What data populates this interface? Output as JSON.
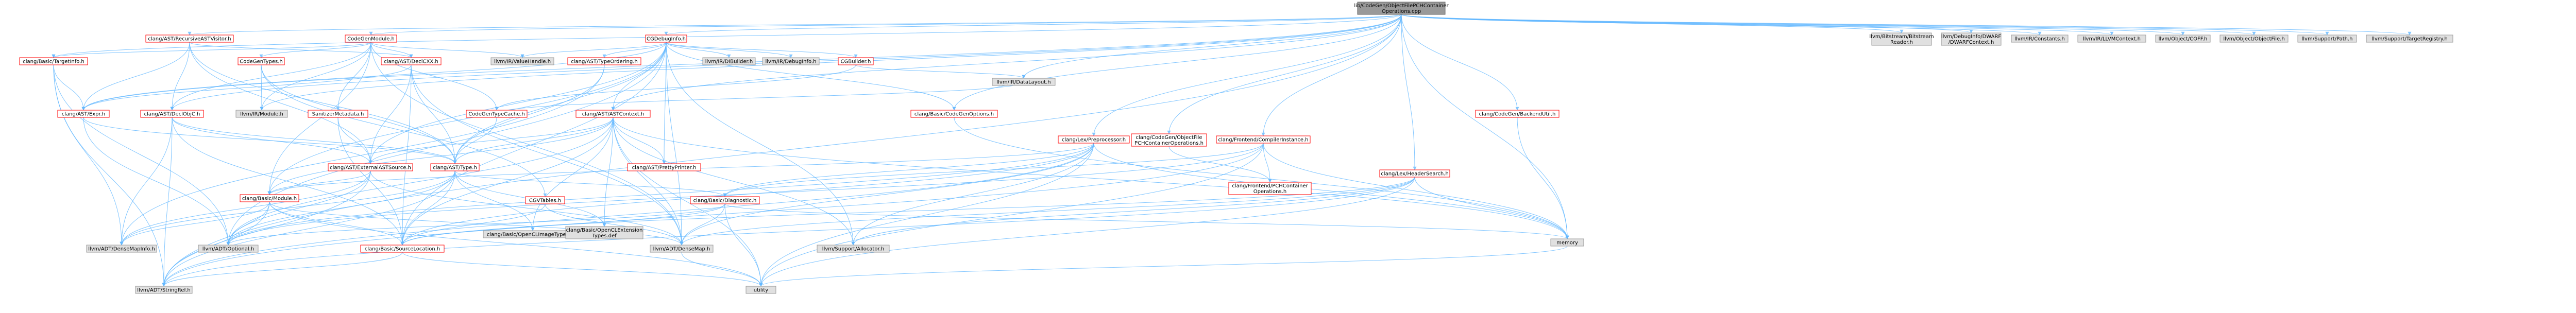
{
  "graph": {
    "nodes": [
      {
        "id": "root",
        "lines": [
          "lib/CodeGen/ObjectFilePCHContainer",
          "Operations.cpp"
        ],
        "style": "root"
      },
      {
        "id": "n_recursiveast",
        "lines": [
          "clang/AST/RecursiveASTVisitor.h"
        ],
        "style": "red"
      },
      {
        "id": "n_codegenmodule",
        "lines": [
          "CodeGenModule.h"
        ],
        "style": "red"
      },
      {
        "id": "n_cgdebuginfo",
        "lines": [
          "CGDebugInfo.h"
        ],
        "style": "red"
      },
      {
        "id": "n_bitstream",
        "lines": [
          "llvm/Bitstream/Bitstream",
          "Reader.h"
        ],
        "style": "grey"
      },
      {
        "id": "n_dwarfcontext",
        "lines": [
          "llvm/DebugInfo/DWARF",
          "/DWARFContext.h"
        ],
        "style": "grey"
      },
      {
        "id": "n_irconstants",
        "lines": [
          "llvm/IR/Constants.h"
        ],
        "style": "grey"
      },
      {
        "id": "n_llvmcontext",
        "lines": [
          "llvm/IR/LLVMContext.h"
        ],
        "style": "grey"
      },
      {
        "id": "n_coff",
        "lines": [
          "llvm/Object/COFF.h"
        ],
        "style": "grey"
      },
      {
        "id": "n_objectfile",
        "lines": [
          "llvm/Object/ObjectFile.h"
        ],
        "style": "grey"
      },
      {
        "id": "n_path",
        "lines": [
          "llvm/Support/Path.h"
        ],
        "style": "grey"
      },
      {
        "id": "n_targetregistry",
        "lines": [
          "llvm/Support/TargetRegistry.h"
        ],
        "style": "grey"
      },
      {
        "id": "n_targetinfo",
        "lines": [
          "clang/Basic/TargetInfo.h"
        ],
        "style": "red"
      },
      {
        "id": "n_codegentypes",
        "lines": [
          "CodeGenTypes.h"
        ],
        "style": "red"
      },
      {
        "id": "n_declcxx",
        "lines": [
          "clang/AST/DeclCXX.h"
        ],
        "style": "red"
      },
      {
        "id": "n_declobjc",
        "lines": [
          "clang/AST/DeclObjC.h"
        ],
        "style": "red"
      },
      {
        "id": "n_irmodule",
        "lines": [
          "llvm/IR/Module.h"
        ],
        "style": "grey"
      },
      {
        "id": "n_valuehandle",
        "lines": [
          "llvm/IR/ValueHandle.h"
        ],
        "style": "grey"
      },
      {
        "id": "n_typeordering",
        "lines": [
          "clang/AST/TypeOrdering.h"
        ],
        "style": "red"
      },
      {
        "id": "n_dibuilder",
        "lines": [
          "llvm/IR/DIBuilder.h"
        ],
        "style": "grey"
      },
      {
        "id": "n_debuginfo",
        "lines": [
          "llvm/IR/DebugInfo.h"
        ],
        "style": "grey"
      },
      {
        "id": "n_cgbuilder",
        "lines": [
          "CGBuilder.h"
        ],
        "style": "red"
      },
      {
        "id": "n_expr",
        "lines": [
          "clang/AST/Expr.h"
        ],
        "style": "red"
      },
      {
        "id": "n_sanitizermeta",
        "lines": [
          "SanitizerMetadata.h"
        ],
        "style": "red"
      },
      {
        "id": "n_codegentypecache",
        "lines": [
          "CodeGenTypeCache.h"
        ],
        "style": "red"
      },
      {
        "id": "n_astcontext",
        "lines": [
          "clang/AST/ASTContext.h"
        ],
        "style": "red"
      },
      {
        "id": "n_codegenoptions",
        "lines": [
          "clang/Basic/CodeGenOptions.h"
        ],
        "style": "red"
      },
      {
        "id": "n_datalayout",
        "lines": [
          "llvm/IR/DataLayout.h"
        ],
        "style": "grey"
      },
      {
        "id": "n_codegenbackend",
        "lines": [
          "clang/CodeGen/BackendUtil.h"
        ],
        "style": "red"
      },
      {
        "id": "n_preprocessor",
        "lines": [
          "clang/Lex/Preprocessor.h"
        ],
        "style": "red"
      },
      {
        "id": "n_objfilepch",
        "lines": [
          "clang/CodeGen/ObjectFile",
          "PCHContainerOperations.h"
        ],
        "style": "red"
      },
      {
        "id": "n_compilerinstance",
        "lines": [
          "clang/Frontend/CompilerInstance.h"
        ],
        "style": "red"
      },
      {
        "id": "n_headersearch",
        "lines": [
          "clang/Lex/HeaderSearch.h"
        ],
        "style": "red"
      },
      {
        "id": "n_externalast",
        "lines": [
          "clang/AST/ExternalASTSource.h"
        ],
        "style": "red"
      },
      {
        "id": "n_asttype",
        "lines": [
          "clang/AST/Type.h"
        ],
        "style": "red"
      },
      {
        "id": "n_prettyprinter",
        "lines": [
          "clang/AST/PrettyPrinter.h"
        ],
        "style": "red"
      },
      {
        "id": "n_cgvtables",
        "lines": [
          "CGVTables.h"
        ],
        "style": "red"
      },
      {
        "id": "n_diagnostic",
        "lines": [
          "clang/Basic/Diagnostic.h"
        ],
        "style": "red"
      },
      {
        "id": "n_pchcontainer",
        "lines": [
          "clang/Frontend/PCHContainer",
          "Operations.h"
        ],
        "style": "red"
      },
      {
        "id": "n_module",
        "lines": [
          "clang/Basic/Module.h"
        ],
        "style": "red"
      },
      {
        "id": "n_openclimage",
        "lines": [
          "clang/Basic/OpenCLImageTypes.def"
        ],
        "style": "grey"
      },
      {
        "id": "n_openclext",
        "lines": [
          "clang/Basic/OpenCLExtension",
          "Types.def"
        ],
        "style": "grey"
      },
      {
        "id": "n_memory",
        "lines": [
          "memory"
        ],
        "style": "grey"
      },
      {
        "id": "n_densemapinfo",
        "lines": [
          "llvm/ADT/DenseMapInfo.h"
        ],
        "style": "grey"
      },
      {
        "id": "n_optional",
        "lines": [
          "llvm/ADT/Optional.h"
        ],
        "style": "grey"
      },
      {
        "id": "n_sourcelocation",
        "lines": [
          "clang/Basic/SourceLocation.h"
        ],
        "style": "red"
      },
      {
        "id": "n_densemap",
        "lines": [
          "llvm/ADT/DenseMap.h"
        ],
        "style": "grey"
      },
      {
        "id": "n_allocator",
        "lines": [
          "llvm/Support/Allocator.h"
        ],
        "style": "grey"
      },
      {
        "id": "n_stringref",
        "lines": [
          "llvm/ADT/StringRef.h"
        ],
        "style": "grey"
      },
      {
        "id": "n_utility",
        "lines": [
          "utility"
        ],
        "style": "grey"
      }
    ],
    "edges": [
      [
        "root",
        "n_recursiveast"
      ],
      [
        "root",
        "n_codegenmodule"
      ],
      [
        "root",
        "n_cgdebuginfo"
      ],
      [
        "root",
        "n_bitstream"
      ],
      [
        "root",
        "n_dwarfcontext"
      ],
      [
        "root",
        "n_irconstants"
      ],
      [
        "root",
        "n_llvmcontext"
      ],
      [
        "root",
        "n_coff"
      ],
      [
        "root",
        "n_objectfile"
      ],
      [
        "root",
        "n_path"
      ],
      [
        "root",
        "n_targetregistry"
      ],
      [
        "root",
        "n_targetinfo"
      ],
      [
        "root",
        "n_astcontext"
      ],
      [
        "root",
        "n_codegenoptions"
      ],
      [
        "root",
        "n_datalayout"
      ],
      [
        "root",
        "n_codegenbackend"
      ],
      [
        "root",
        "n_preprocessor"
      ],
      [
        "root",
        "n_objfilepch"
      ],
      [
        "root",
        "n_compilerinstance"
      ],
      [
        "root",
        "n_headersearch"
      ],
      [
        "root",
        "n_memory"
      ],
      [
        "root",
        "n_expr"
      ],
      [
        "root",
        "n_declobjc"
      ],
      [
        "root",
        "n_irmodule"
      ],
      [
        "root",
        "n_stringref"
      ],
      [
        "n_recursiveast",
        "n_declcxx"
      ],
      [
        "n_recursiveast",
        "n_declobjc"
      ],
      [
        "n_recursiveast",
        "n_expr"
      ],
      [
        "n_recursiveast",
        "n_asttype"
      ],
      [
        "n_recursiveast",
        "n_externalast"
      ],
      [
        "n_codegenmodule",
        "n_codegentypes"
      ],
      [
        "n_codegenmodule",
        "n_sanitizermeta"
      ],
      [
        "n_codegenmodule",
        "n_codegentypecache"
      ],
      [
        "n_codegenmodule",
        "n_valuehandle"
      ],
      [
        "n_codegenmodule",
        "n_irmodule"
      ],
      [
        "n_codegenmodule",
        "n_declcxx"
      ],
      [
        "n_codegenmodule",
        "n_declobjc"
      ],
      [
        "n_codegenmodule",
        "n_module"
      ],
      [
        "n_codegenmodule",
        "n_targetinfo"
      ],
      [
        "n_codegenmodule",
        "n_densemap"
      ],
      [
        "n_cgdebuginfo",
        "n_cgbuilder"
      ],
      [
        "n_cgdebuginfo",
        "n_expr"
      ],
      [
        "n_cgdebuginfo",
        "n_typeordering"
      ],
      [
        "n_cgdebuginfo",
        "n_dibuilder"
      ],
      [
        "n_cgdebuginfo",
        "n_debuginfo"
      ],
      [
        "n_cgdebuginfo",
        "n_valuehandle"
      ],
      [
        "n_cgdebuginfo",
        "n_astcontext"
      ],
      [
        "n_cgdebuginfo",
        "n_codegenoptions"
      ],
      [
        "n_cgdebuginfo",
        "n_prettyprinter"
      ],
      [
        "n_cgdebuginfo",
        "n_asttype"
      ],
      [
        "n_cgdebuginfo",
        "n_module"
      ],
      [
        "n_cgdebuginfo",
        "n_densemap"
      ],
      [
        "n_cgdebuginfo",
        "n_optional"
      ],
      [
        "n_cgdebuginfo",
        "n_sourcelocation"
      ],
      [
        "n_cgdebuginfo",
        "n_externalast"
      ],
      [
        "n_cgdebuginfo",
        "n_allocator"
      ],
      [
        "n_targetinfo",
        "n_expr"
      ],
      [
        "n_targetinfo",
        "n_densemapinfo"
      ],
      [
        "n_targetinfo",
        "n_optional"
      ],
      [
        "n_targetinfo",
        "n_stringref"
      ],
      [
        "n_codegentypes",
        "n_cgvtables"
      ],
      [
        "n_codegentypes",
        "n_irmodule"
      ],
      [
        "n_codegentypes",
        "n_asttype"
      ],
      [
        "n_declcxx",
        "n_asttype"
      ],
      [
        "n_declcxx",
        "n_expr"
      ],
      [
        "n_declcxx",
        "n_externalast"
      ],
      [
        "n_declcxx",
        "n_sourcelocation"
      ],
      [
        "n_declcxx",
        "n_densemap"
      ],
      [
        "n_declobjc",
        "n_asttype"
      ],
      [
        "n_declobjc",
        "n_externalast"
      ],
      [
        "n_declobjc",
        "n_densemapinfo"
      ],
      [
        "n_declobjc",
        "n_stringref"
      ],
      [
        "n_declobjc",
        "n_sourcelocation"
      ],
      [
        "n_typeordering",
        "n_asttype"
      ],
      [
        "n_typeordering",
        "n_densemapinfo"
      ],
      [
        "n_cgbuilder",
        "n_codegentypecache"
      ],
      [
        "n_cgbuilder",
        "n_datalayout"
      ],
      [
        "n_expr",
        "n_asttype"
      ],
      [
        "n_expr",
        "n_optional"
      ],
      [
        "n_sanitizermeta",
        "n_sourcelocation"
      ],
      [
        "n_sanitizermeta",
        "n_externalast"
      ],
      [
        "n_codegentypecache",
        "n_asttype"
      ],
      [
        "n_codegentypecache",
        "n_datalayout"
      ],
      [
        "n_astcontext",
        "n_asttype"
      ],
      [
        "n_astcontext",
        "n_prettyprinter"
      ],
      [
        "n_astcontext",
        "n_externalast"
      ],
      [
        "n_astcontext",
        "n_openclimage"
      ],
      [
        "n_astcontext",
        "n_openclext"
      ],
      [
        "n_astcontext",
        "n_densemap"
      ],
      [
        "n_astcontext",
        "n_allocator"
      ],
      [
        "n_astcontext",
        "n_memory"
      ],
      [
        "n_astcontext",
        "n_utility"
      ],
      [
        "n_astcontext",
        "n_module"
      ],
      [
        "n_astcontext",
        "n_optional"
      ],
      [
        "n_astcontext",
        "n_sourcelocation"
      ],
      [
        "n_codegenoptions",
        "n_memory"
      ],
      [
        "n_codegenbackend",
        "n_memory"
      ],
      [
        "n_preprocessor",
        "n_diagnostic"
      ],
      [
        "n_preprocessor",
        "n_module"
      ],
      [
        "n_preprocessor",
        "n_sourcelocation"
      ],
      [
        "n_preprocessor",
        "n_densemap"
      ],
      [
        "n_preprocessor",
        "n_allocator"
      ],
      [
        "n_preprocessor",
        "n_memory"
      ],
      [
        "n_preprocessor",
        "n_utility"
      ],
      [
        "n_preprocessor",
        "n_optional"
      ],
      [
        "n_preprocessor",
        "n_stringref"
      ],
      [
        "n_objfilepch",
        "n_pchcontainer"
      ],
      [
        "n_compilerinstance",
        "n_pchcontainer"
      ],
      [
        "n_compilerinstance",
        "n_diagnostic"
      ],
      [
        "n_compilerinstance",
        "n_memory"
      ],
      [
        "n_compilerinstance",
        "n_utility"
      ],
      [
        "n_compilerinstance",
        "n_stringref"
      ],
      [
        "n_compilerinstance",
        "n_optional"
      ],
      [
        "n_headersearch",
        "n_sourcelocation"
      ],
      [
        "n_headersearch",
        "n_densemap"
      ],
      [
        "n_headersearch",
        "n_allocator"
      ],
      [
        "n_headersearch",
        "n_memory"
      ],
      [
        "n_headersearch",
        "n_utility"
      ],
      [
        "n_headersearch",
        "n_stringref"
      ],
      [
        "n_externalast",
        "n_densemap"
      ],
      [
        "n_externalast",
        "n_optional"
      ],
      [
        "n_externalast",
        "n_module"
      ],
      [
        "n_externalast",
        "n_densemapinfo"
      ],
      [
        "n_externalast",
        "n_stringref"
      ],
      [
        "n_asttype",
        "n_openclimage"
      ],
      [
        "n_asttype",
        "n_openclext"
      ],
      [
        "n_asttype",
        "n_diagnostic"
      ],
      [
        "n_asttype",
        "n_sourcelocation"
      ],
      [
        "n_asttype",
        "n_densemapinfo"
      ],
      [
        "n_asttype",
        "n_optional"
      ],
      [
        "n_asttype",
        "n_stringref"
      ],
      [
        "n_cgvtables",
        "n_densemap"
      ],
      [
        "n_cgvtables",
        "n_sourcelocation"
      ],
      [
        "n_diagnostic",
        "n_sourcelocation"
      ],
      [
        "n_diagnostic",
        "n_densemap"
      ],
      [
        "n_diagnostic",
        "n_optional"
      ],
      [
        "n_diagnostic",
        "n_utility"
      ],
      [
        "n_diagnostic",
        "n_memory"
      ],
      [
        "n_module",
        "n_sourcelocation"
      ],
      [
        "n_module",
        "n_densemap"
      ],
      [
        "n_module",
        "n_densemapinfo"
      ],
      [
        "n_module",
        "n_optional"
      ],
      [
        "n_module",
        "n_stringref"
      ],
      [
        "n_module",
        "n_utility"
      ],
      [
        "n_sourcelocation",
        "n_stringref"
      ],
      [
        "n_sourcelocation",
        "n_utility"
      ],
      [
        "n_densemap",
        "n_utility"
      ],
      [
        "n_memory",
        "n_utility"
      ]
    ]
  }
}
